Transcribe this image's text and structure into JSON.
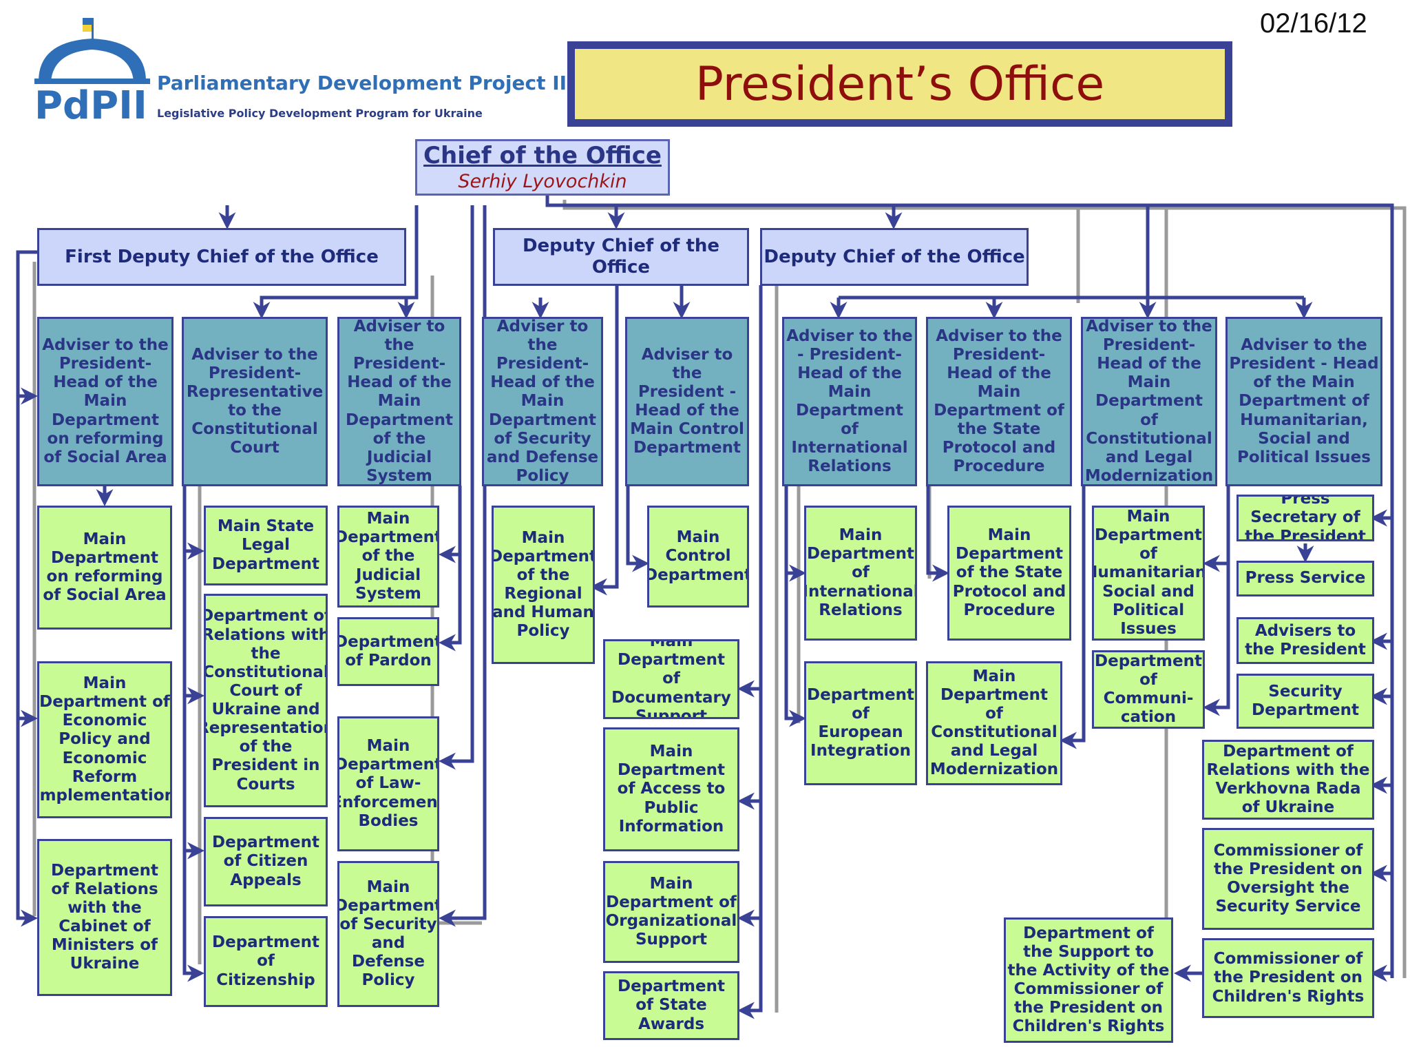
{
  "date": "02/16/12",
  "header": {
    "title": "President’s Office",
    "logo_text": "PdPII",
    "org_name": "Parliamentary Development Project II",
    "org_subtitle": "Legislative Policy Development Program for Ukraine"
  },
  "chief": {
    "title": "Chief of the Office",
    "name": "Serhiy Lyovochkin"
  },
  "deputies": [
    "First Deputy Chief of the Office",
    "Deputy Chief of the Office",
    "Deputy Chief of the Office"
  ],
  "advisers": [
    "Adviser to the President- Head of the Main Department on reforming of Social Area",
    "Adviser to the President- Representative to the Constitutional Court",
    "Adviser to the President- Head of the Main Department of the Judicial System",
    "Adviser to the President- Head of the Main Department of Security and Defense Policy",
    "Adviser to the President - Head of the Main Control Department",
    "Adviser to the - President- Head of the Main Department of International Relations",
    "Adviser to the President- Head of the Main Department of the State Protocol and Procedure",
    "Adviser to the President- Head of the Main Department of Constitutional and Legal Modernization",
    "Adviser to the President - Head of the Main Department of Humanitarian, Social and Political Issues"
  ],
  "departments": [
    "Main Department on reforming of Social Area",
    "Main Department of Economic Policy and Economic Reform Implementation",
    "Department of Relations with the Cabinet of Ministers of Ukraine",
    "Main State Legal Department",
    "Department of Relations with the Constitutional Court of Ukraine and Representation of the President in Courts",
    "Department of Citizen Appeals",
    "Department of Citizenship",
    "Main Department of the Judicial System",
    "Department of Pardon",
    "Main Department of Law-Enforcement Bodies",
    "Main Department of Security and Defense Policy",
    "Main Department of the Regional and Human Policy",
    "Main Control Department",
    "Main Department of Documentary Support",
    "Main Department of Access to Public Information",
    "Main Department of Organizational Support",
    "Department of State Awards",
    "Main Department of International Relations",
    "Department of European Integration",
    "Main Department of the State Protocol and Procedure",
    "Main Department of Constitutional and Legal Modernization",
    "Main Department of Humanitarian, Social and Political Issues",
    "Department of Communi-cation",
    "Press Secretary of the President",
    "Press Service",
    "Advisers to the President",
    "Security Department",
    "Department of Relations with the Verkhovna Rada of Ukraine",
    "Commissioner of the President on Oversight the Security Service",
    "Commissioner of the President on Children's Rights",
    "Department of the Support to the Activity of the Commissioner of the President on Children's Rights"
  ],
  "colors": {
    "line": "#3a4295",
    "shadow_line": "#9a9a9a",
    "adviser_fill": "#73b1c0",
    "department_fill": "#c9fb94",
    "deputy_fill": "#ccd6fb",
    "title_fill": "#f0e684",
    "title_text": "#8e0e0e"
  }
}
